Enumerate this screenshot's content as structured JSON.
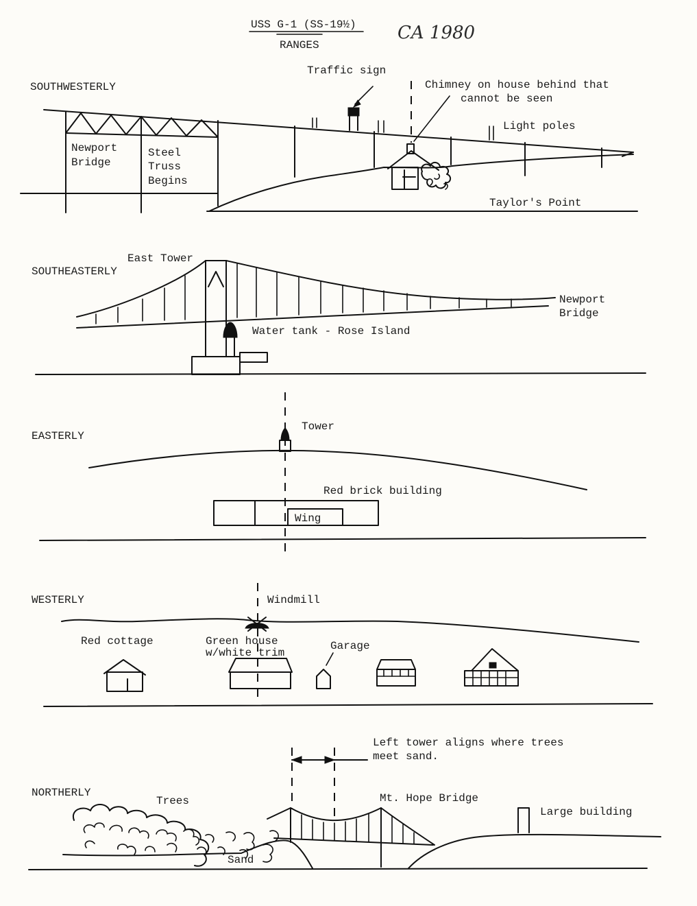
{
  "header": {
    "title": "USS G-1 (SS-19½)",
    "subtitle": "RANGES",
    "handwritten_note": "CA 1980"
  },
  "sections": {
    "southwesterly": {
      "heading": "SOUTHWESTERLY",
      "labels": {
        "traffic_sign": "Traffic sign",
        "chimney_1": "Chimney on house behind that",
        "chimney_2": "cannot be seen",
        "light_poles": "Light poles",
        "newport_1": "Newport",
        "newport_2": "Bridge",
        "steel_1": "Steel",
        "steel_2": "Truss",
        "steel_3": "Begins",
        "taylors_point": "Taylor's Point"
      }
    },
    "southeasterly": {
      "heading": "SOUTHEASTERLY",
      "labels": {
        "east_tower": "East Tower",
        "newport_1": "Newport",
        "newport_2": "Bridge",
        "water_tank": "Water tank - Rose Island"
      }
    },
    "easterly": {
      "heading": "EASTERLY",
      "labels": {
        "tower": "Tower",
        "red_brick": "Red brick building",
        "wing": "Wing"
      }
    },
    "westerly": {
      "heading": "WESTERLY",
      "labels": {
        "windmill": "Windmill",
        "red_cottage": "Red cottage",
        "green_house_1": "Green house",
        "green_house_2": "w/white trim",
        "garage": "Garage"
      }
    },
    "northerly": {
      "heading": "NORTHERLY",
      "labels": {
        "left_tower_1": "Left tower aligns where trees",
        "left_tower_2": "meet sand.",
        "trees": "Trees",
        "mt_hope": "Mt. Hope Bridge",
        "large_building": "Large building",
        "sand": "Sand"
      }
    }
  }
}
